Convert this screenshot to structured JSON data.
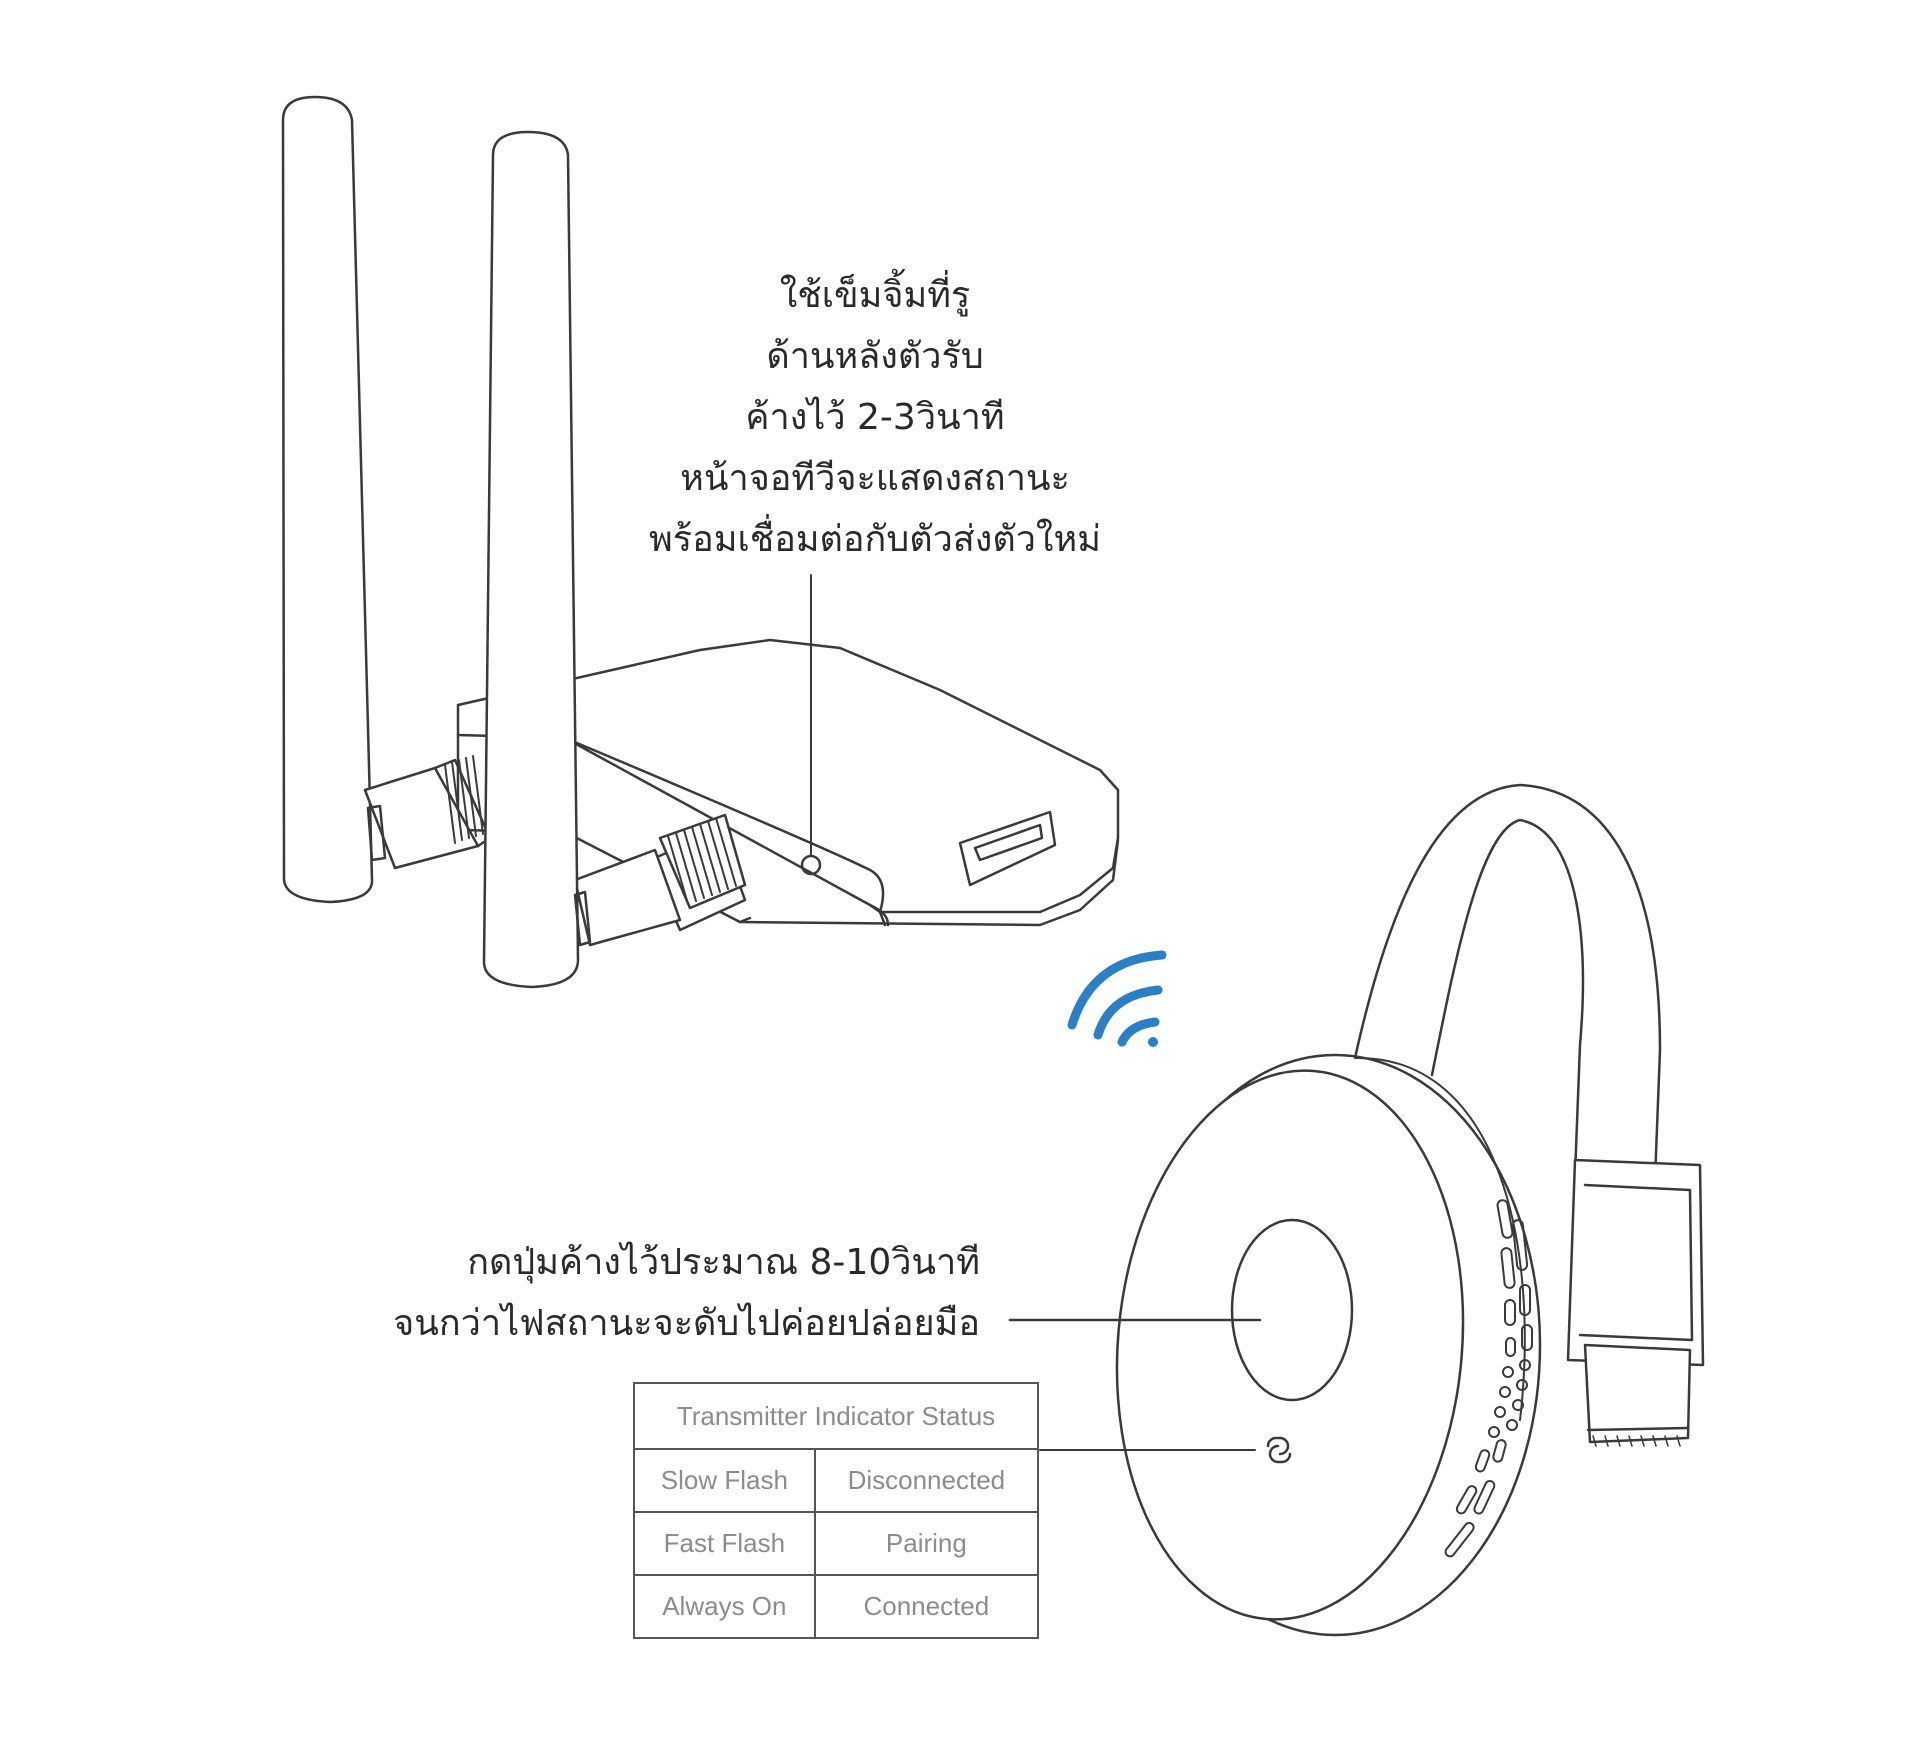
{
  "receiver_note": {
    "lines": [
      "ใช้เข็มจิ้มที่รู",
      "ด้านหลังตัวรับ",
      "ค้างไว้ 2-3วินาที",
      "หน้าจอทีวีจะแสดงสถานะ",
      "พร้อมเชื่อมต่อกับตัวส่งตัวใหม่"
    ]
  },
  "transmitter_note": {
    "lines": [
      "กดปุ่มค้างไว้ประมาณ 8-10วินาที",
      "จนกว่าไฟสถานะจะดับไปค่อยปล่อยมือ"
    ]
  },
  "status_table": {
    "title": "Transmitter Indicator Status",
    "rows": [
      {
        "indicator": "Slow Flash",
        "status": "Disconnected"
      },
      {
        "indicator": "Fast Flash",
        "status": "Pairing"
      },
      {
        "indicator": "Always On",
        "status": "Connected"
      }
    ]
  },
  "colors": {
    "line_art": "#3a3a3a",
    "wifi_signal": "#2b7fc4",
    "table_text": "#8c8c8c"
  },
  "icons": [
    "wifi-signal-icon",
    "link-icon"
  ]
}
